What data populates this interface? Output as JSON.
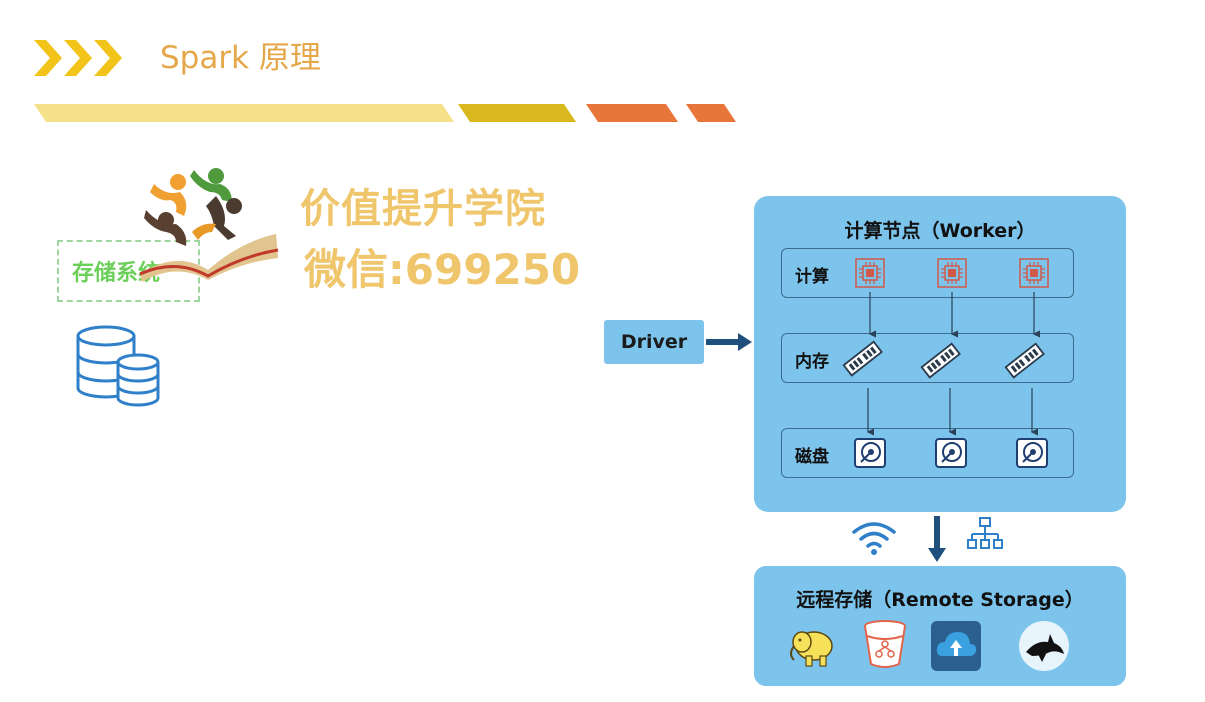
{
  "header": {
    "title": "Spark 原理"
  },
  "left": {
    "storage_label": "存储系统",
    "watermark_line1": "价值提升学院",
    "watermark_line2": "微信:699250"
  },
  "driver": {
    "label": "Driver"
  },
  "worker": {
    "title": "计算节点（Worker）",
    "rows": [
      {
        "label": "计算",
        "icon": "cpu-icon"
      },
      {
        "label": "内存",
        "icon": "memory-icon"
      },
      {
        "label": "磁盘",
        "icon": "disk-icon"
      }
    ]
  },
  "connection_icons": [
    "wifi-icon",
    "network-icon"
  ],
  "remote": {
    "title": "远程存储（Remote Storage）",
    "icons": [
      "hadoop-icon",
      "bucket-icon",
      "cloud-upload-icon",
      "orca-icon"
    ]
  },
  "colors": {
    "panel": "#7cc4ec",
    "accent_yellow": "#f2c318",
    "accent_orange": "#e87f3a",
    "title": "#e6a74a",
    "arrow": "#1f4f7c"
  }
}
